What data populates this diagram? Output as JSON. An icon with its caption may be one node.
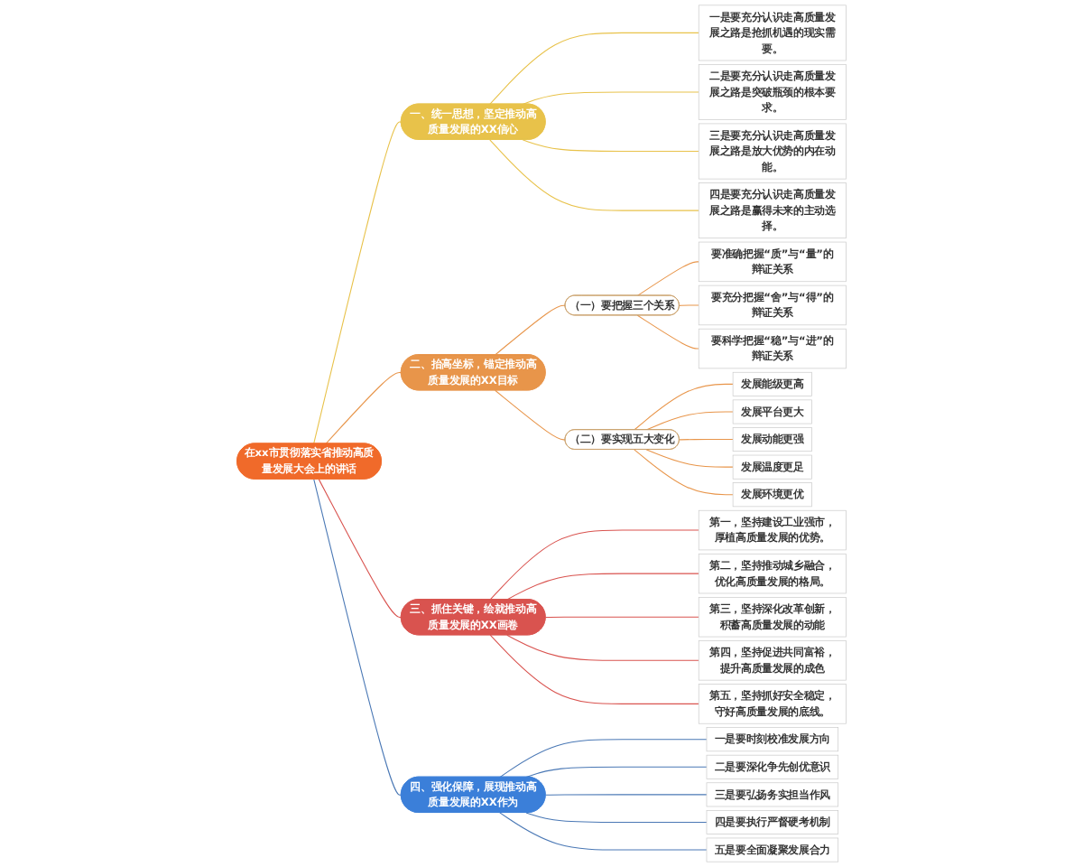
{
  "diagram": {
    "nodes": [
      {
        "text": [
          "在xx市贯彻落实省推动高质量发展大会上的讲话"
        ]
      },
      {
        "text": [
          "一、统一思想，坚定推动高质量发展的XX信心"
        ]
      },
      {
        "text": [
          "一是要充分认识走高质量发展之路是抢抓机遇的现实需要。"
        ]
      },
      {
        "text": [
          "二是要充分认识走高质量发展之路是突破瓶颈的根本要求。"
        ]
      },
      {
        "text": [
          "三是要充分认识走高质量发展之路是放大优势的内在动能。"
        ]
      },
      {
        "text": [
          "四是要充分认识走高质量发展之路是赢得未来的主动选择。"
        ]
      },
      {
        "text": [
          "二、抬高坐标，锚定推动高质量发展的XX目标"
        ]
      },
      {
        "text": [
          "（一）要把握三个关系"
        ]
      },
      {
        "text": [
          "要准确把握“质”与“量”的辩证关系"
        ]
      },
      {
        "text": [
          "要充分把握“舍”与“得”的辩证关系"
        ]
      },
      {
        "text": [
          "要科学把握“稳”与“进”的辩证关系"
        ]
      },
      {
        "text": [
          "（二）要实现五大变化"
        ]
      },
      {
        "text": [
          "发展能级更高"
        ]
      },
      {
        "text": [
          "发展平台更大"
        ]
      },
      {
        "text": [
          "发展动能更强"
        ]
      },
      {
        "text": [
          "发展温度更足"
        ]
      },
      {
        "text": [
          "发展环境更优"
        ]
      },
      {
        "text": [
          "三、抓住关键，绘就推动高质量发展的XX画卷"
        ]
      },
      {
        "text": [
          "第一，坚持建设工业强市，厚植高质量发展的优势。"
        ]
      },
      {
        "text": [
          "第二，坚持推动城乡融合，优化高质量发展的格局。"
        ]
      },
      {
        "text": [
          "第三，坚持深化改革创新，积蓄高质量发展的动能"
        ]
      },
      {
        "text": [
          "第四，坚持促进共同富裕，提升高质量发展的成色"
        ]
      },
      {
        "text": [
          "第五，坚持抓好安全稳定，守好高质量发展的底线。"
        ]
      },
      {
        "text": [
          "四、强化保障，展现推动高质量发展的XX作为"
        ]
      },
      {
        "text": [
          "一是要时刻校准发展方向"
        ]
      },
      {
        "text": [
          "二是要深化争先创优意识"
        ]
      },
      {
        "text": [
          "三是要弘扬务实担当作风"
        ]
      },
      {
        "text": [
          "四是要执行严督硬考机制"
        ]
      },
      {
        "text": [
          "五是要全面凝聚发展合力"
        ]
      }
    ],
    "edges": [
      {
        "from": 0,
        "to": 1,
        "arrow": "none",
        "color": "#e8c24a"
      },
      {
        "from": 1,
        "to": 2,
        "arrow": "none",
        "color": "#e8c24a"
      },
      {
        "from": 1,
        "to": 3,
        "arrow": "none",
        "color": "#e8c24a"
      },
      {
        "from": 1,
        "to": 4,
        "arrow": "none",
        "color": "#e8c24a"
      },
      {
        "from": 1,
        "to": 5,
        "arrow": "none",
        "color": "#e8c24a"
      },
      {
        "from": 0,
        "to": 6,
        "arrow": "none"
      },
      {
        "from": 6,
        "to": 7,
        "arrow": "none"
      },
      {
        "from": 7,
        "to": 8,
        "arrow": "none"
      },
      {
        "from": 7,
        "to": 9,
        "arrow": "none"
      },
      {
        "from": 7,
        "to": 10,
        "arrow": "none"
      },
      {
        "from": 6,
        "to": 11,
        "arrow": "none"
      },
      {
        "from": 11,
        "to": 12,
        "arrow": "none"
      },
      {
        "from": 11,
        "to": 13,
        "arrow": "none"
      },
      {
        "from": 11,
        "to": 14,
        "arrow": "none"
      },
      {
        "from": 11,
        "to": 15,
        "arrow": "none"
      },
      {
        "from": 11,
        "to": 16,
        "arrow": "none"
      },
      {
        "from": 0,
        "to": 17,
        "arrow": "none",
        "color": "#d9534f"
      },
      {
        "from": 17,
        "to": 18,
        "arrow": "none",
        "color": "#d9534f"
      },
      {
        "from": 17,
        "to": 19,
        "arrow": "none",
        "color": "#d9534f"
      },
      {
        "from": 17,
        "to": 20,
        "arrow": "none",
        "color": "#d9534f"
      },
      {
        "from": 17,
        "to": 21,
        "arrow": "none",
        "color": "#d9534f"
      },
      {
        "from": 17,
        "to": 22,
        "arrow": "none",
        "color": "#d9534f"
      },
      {
        "from": 0,
        "to": 23,
        "arrow": "none",
        "color": "#4a78b5"
      },
      {
        "from": 23,
        "to": 24,
        "arrow": "none",
        "color": "#4a78b5"
      },
      {
        "from": 23,
        "to": 25,
        "arrow": "none",
        "color": "#4a78b5"
      },
      {
        "from": 23,
        "to": 26,
        "arrow": "none",
        "color": "#4a78b5"
      },
      {
        "from": 23,
        "to": 27,
        "arrow": "none",
        "color": "#4a78b5"
      },
      {
        "from": 23,
        "to": 28,
        "arrow": "none",
        "color": "#4a78b5"
      }
    ]
  }
}
